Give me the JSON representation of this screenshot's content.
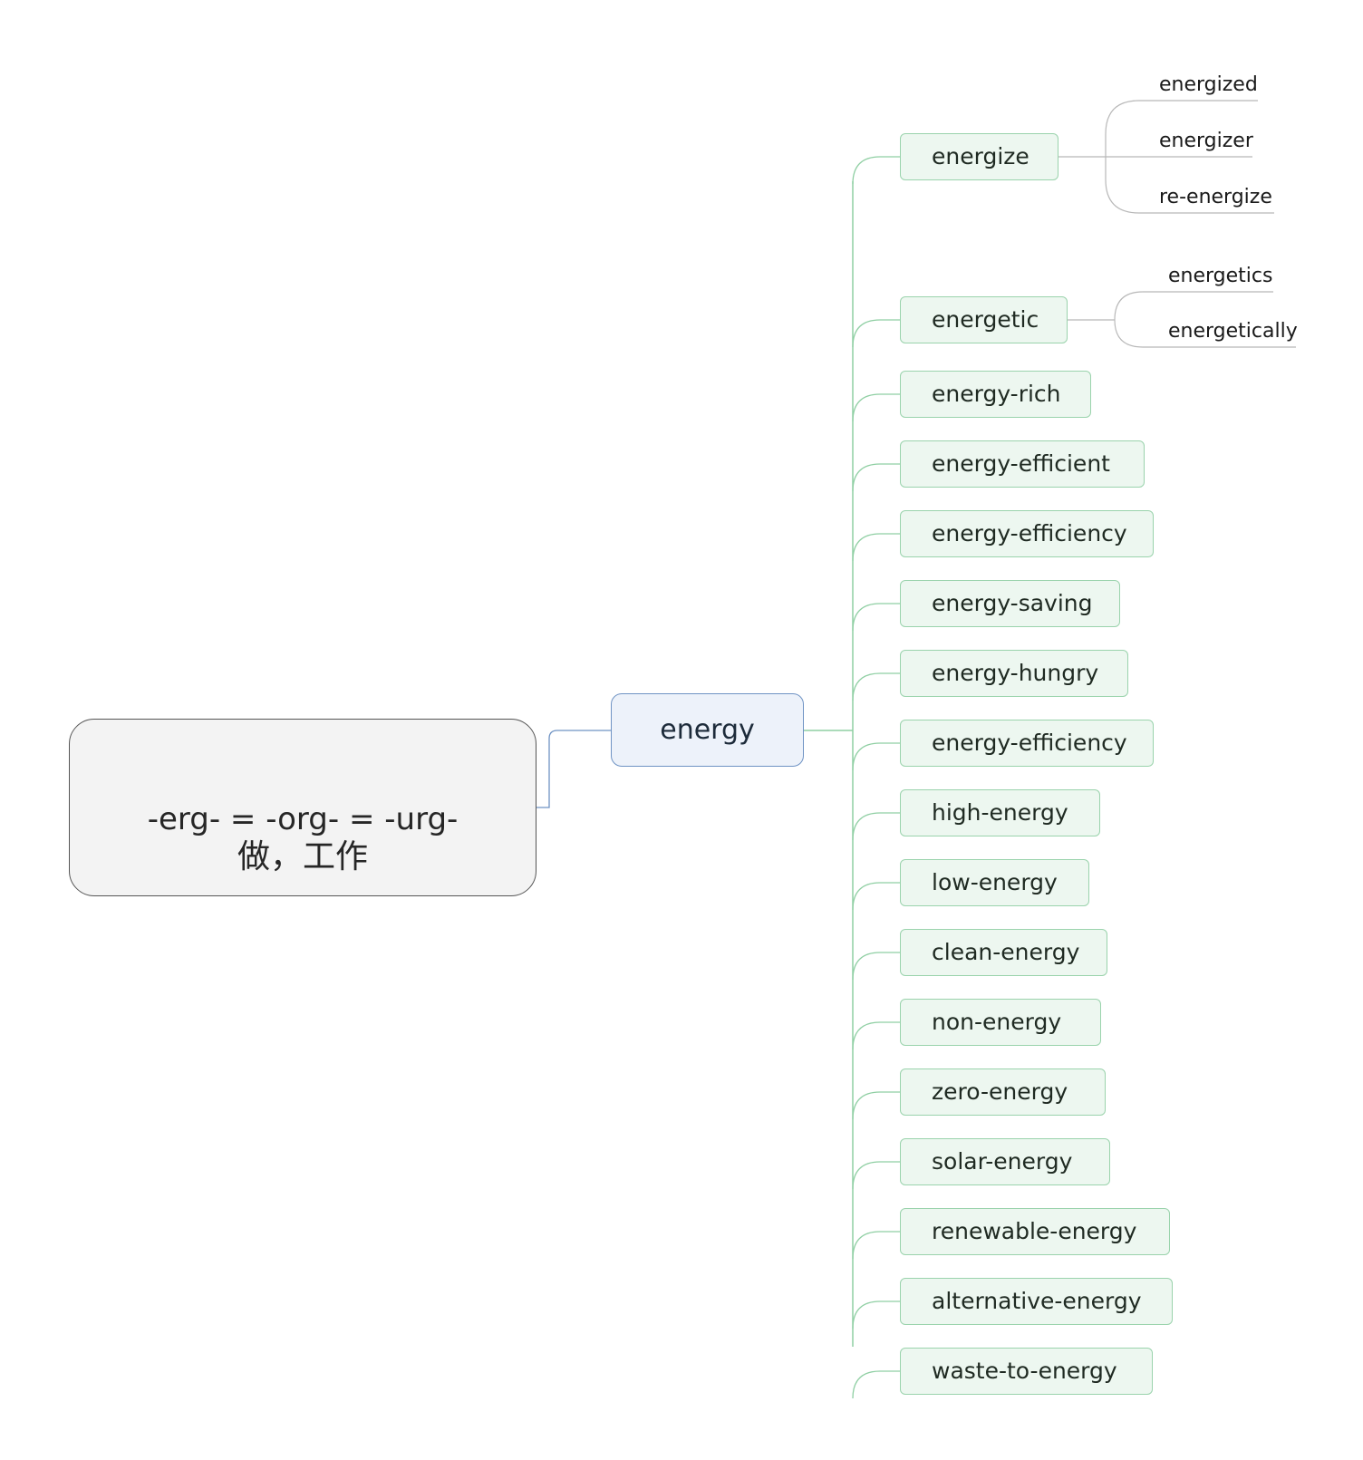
{
  "root": {
    "line1": "-erg- = -org- = -urg-",
    "line2": "做，工作"
  },
  "center": {
    "label": "energy"
  },
  "branches": [
    {
      "label": "energize",
      "children": [
        "energized",
        "energizer",
        "re-energize"
      ]
    },
    {
      "label": "energetic",
      "children": [
        "energetics",
        "energetically"
      ]
    },
    {
      "label": "energy-rich"
    },
    {
      "label": "energy-efficient"
    },
    {
      "label": "energy-efficiency"
    },
    {
      "label": "energy-saving"
    },
    {
      "label": "energy-hungry"
    },
    {
      "label": "energy-efficiency"
    },
    {
      "label": "high-energy"
    },
    {
      "label": "low-energy"
    },
    {
      "label": "clean-energy"
    },
    {
      "label": "non-energy"
    },
    {
      "label": "zero-energy"
    },
    {
      "label": "solar-energy"
    },
    {
      "label": "renewable-energy"
    },
    {
      "label": "alternative-energy"
    },
    {
      "label": "waste-to-energy"
    }
  ],
  "colors": {
    "root_border": "#555555",
    "root_fill": "#f3f3f3",
    "center_border": "#6f93c4",
    "center_fill": "#edf2fa",
    "branch_border": "#9ad3ac",
    "branch_fill": "#edf7f0",
    "branch_line": "#8fcfa3",
    "leaf_line": "#b8b8b8"
  }
}
